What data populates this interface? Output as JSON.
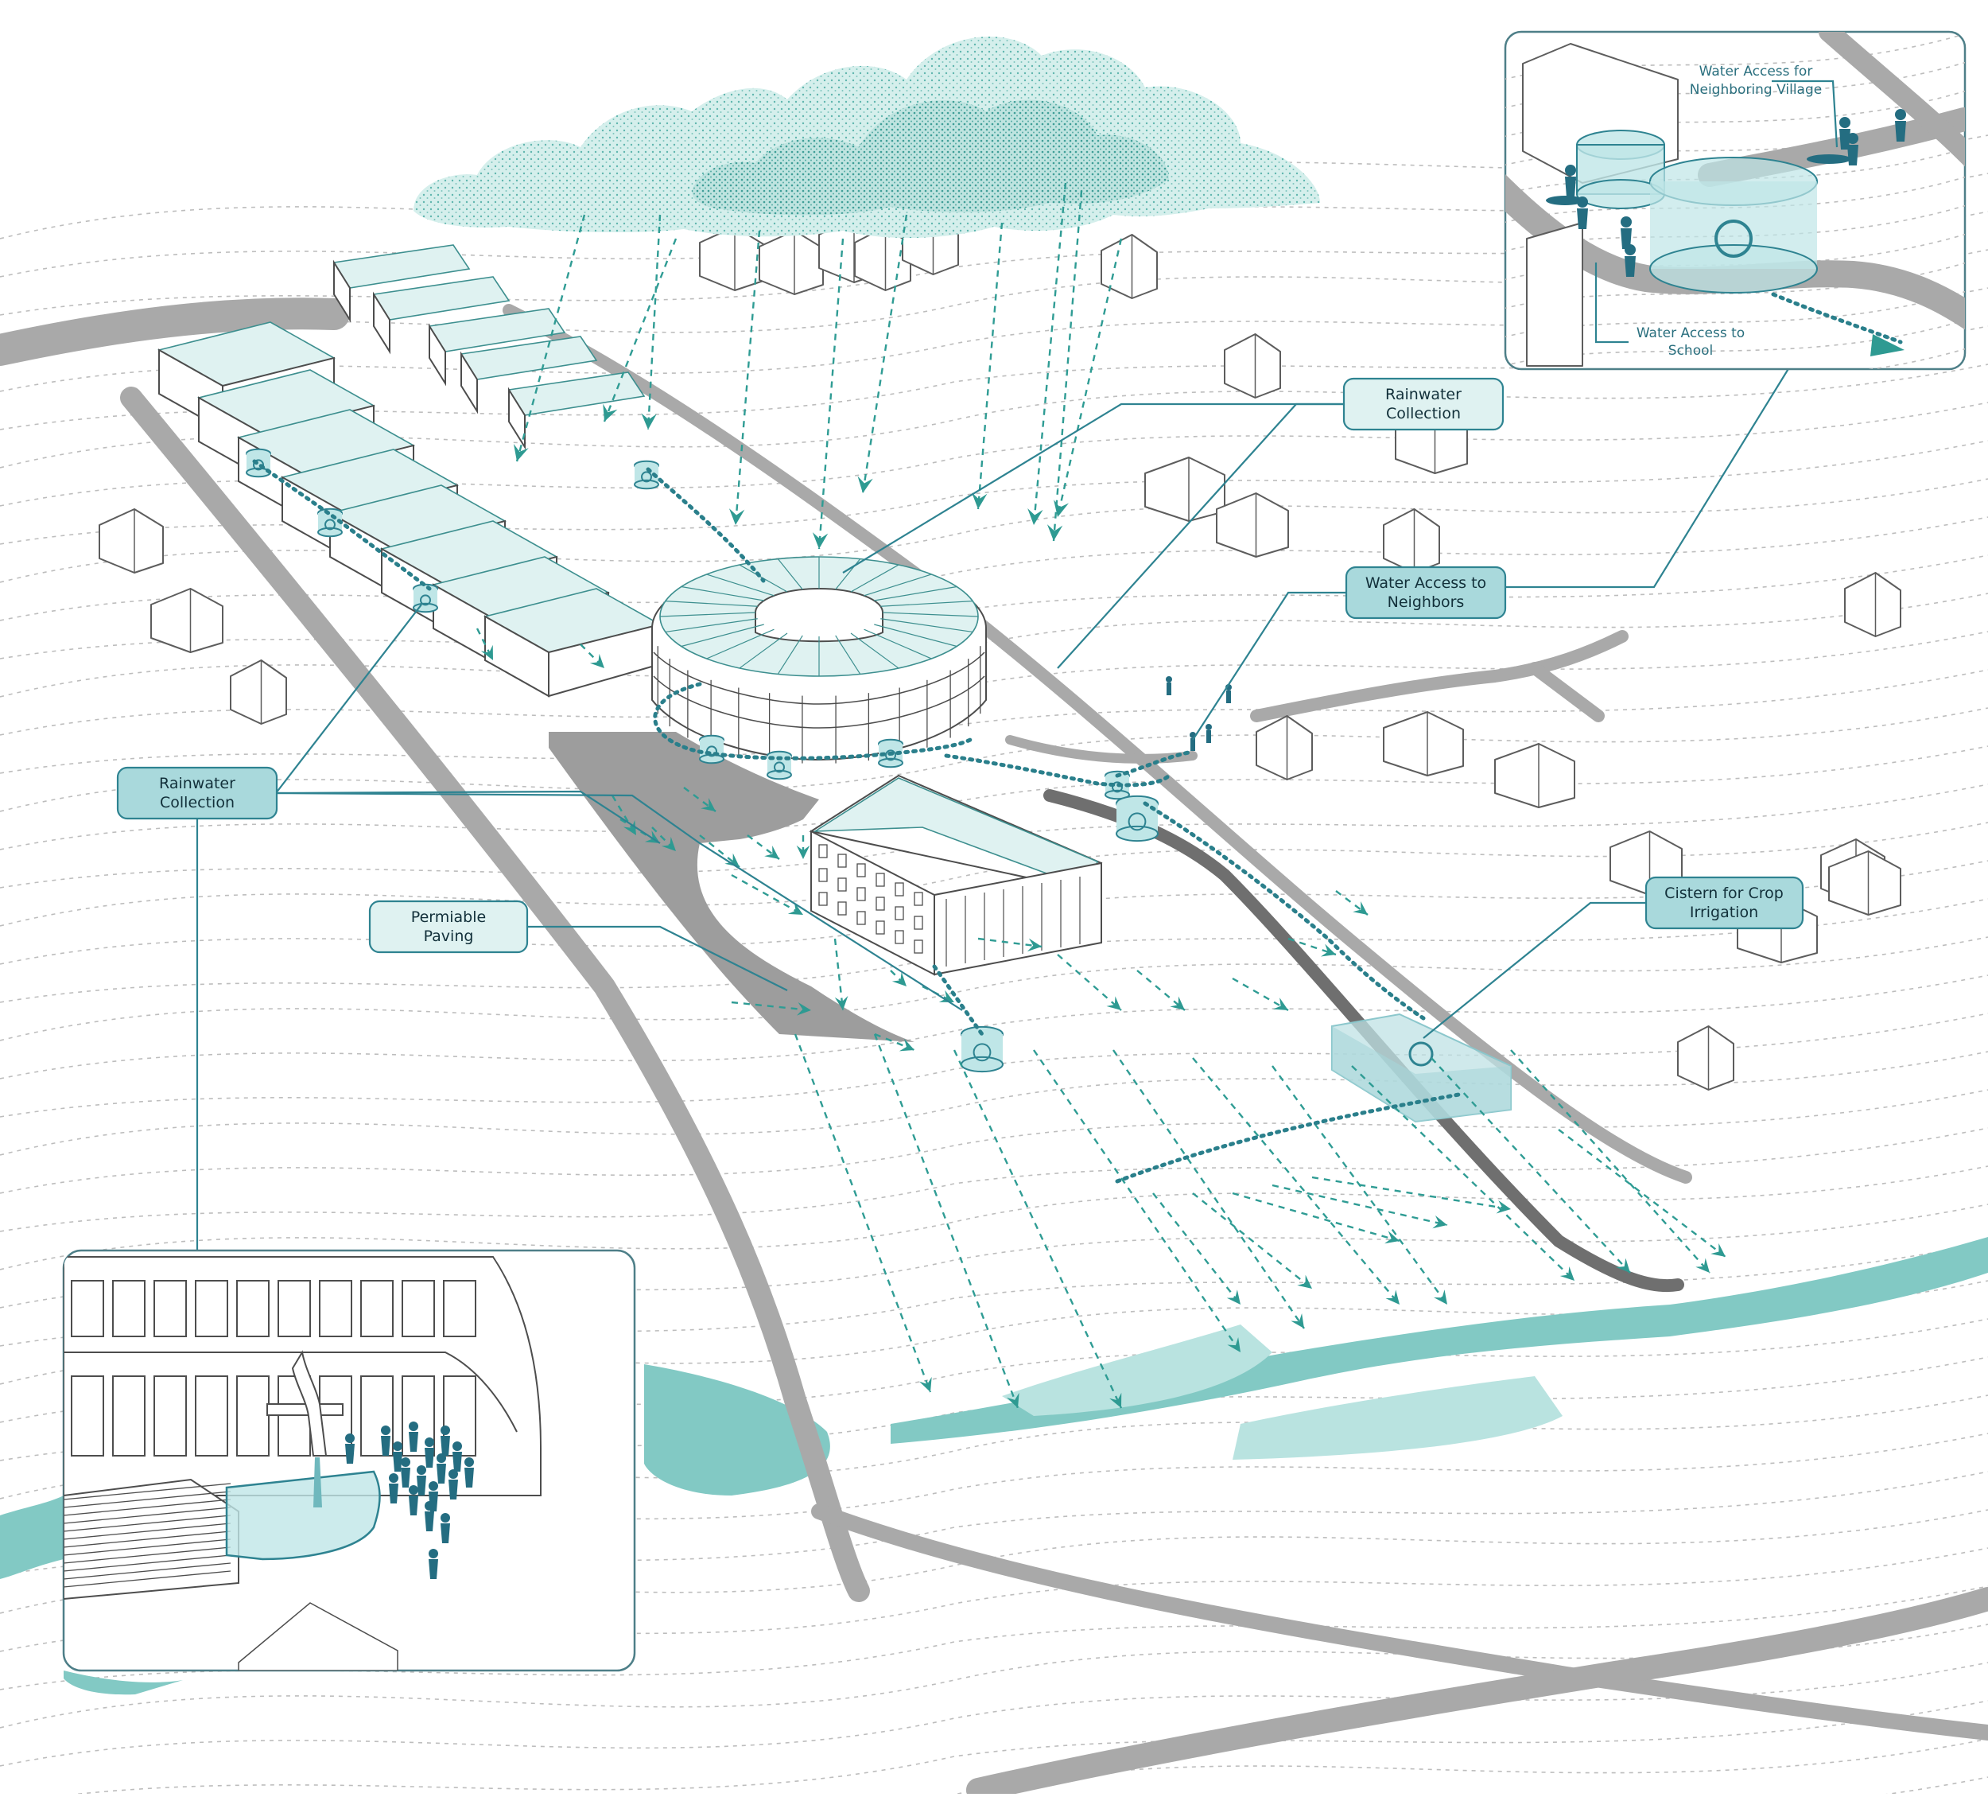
{
  "labels": {
    "rainwater_collection_top": [
      "Rainwater",
      "Collection"
    ],
    "rainwater_collection_left": [
      "Rainwater",
      "Collection"
    ],
    "water_access_neighbors": [
      "Water Access to",
      "Neighbors"
    ],
    "cistern_crop_irrigation": [
      "Cistern for Crop",
      "Irrigation"
    ],
    "permiable_paving": [
      "Permiable",
      "Paving"
    ]
  },
  "inset_top_right": {
    "water_access_village": [
      "Water Access for",
      "Neighboring Village"
    ],
    "water_access_school": [
      "Water Access to",
      "School"
    ]
  },
  "colors": {
    "accent": "#2e8391",
    "label_fill_light": "#dff2f1",
    "label_fill_dark": "#a9d9dc",
    "flow": "#2f9c94",
    "water": "#82c9c4",
    "road": "#a9a9a9",
    "cloud": "#a8dcd7"
  }
}
